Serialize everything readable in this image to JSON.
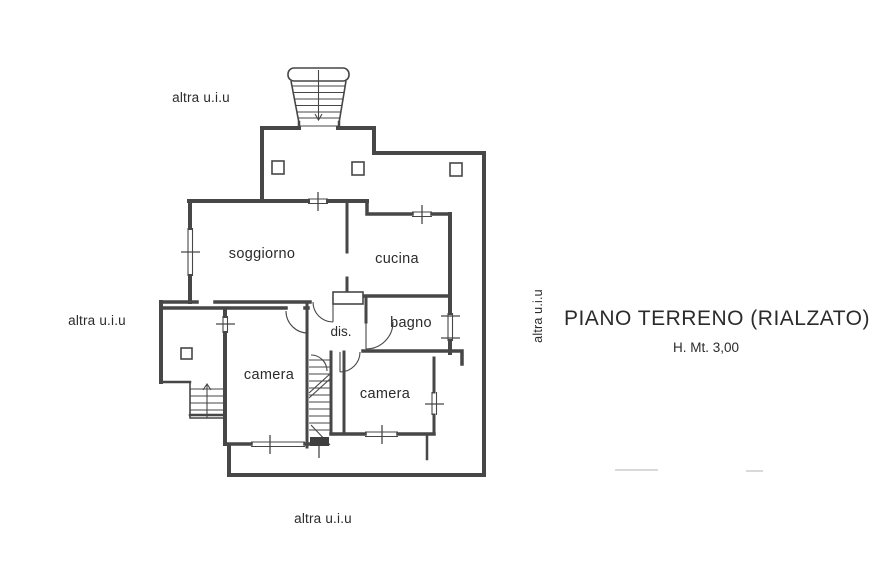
{
  "header": {
    "title": "PIANO TERRENO (RIALZATO)",
    "subtitle": "H. Mt. 3,00"
  },
  "rooms": {
    "soggiorno": "soggiorno",
    "cucina": "cucina",
    "bagno": "bagno",
    "dis": "dis.",
    "camera_left": "camera",
    "camera_right": "camera"
  },
  "external_labels": {
    "top": "altra u.i.u",
    "left": "altra u.i.u",
    "right": "altra u.i.u",
    "bottom": "altra u.i.u"
  },
  "colors": {
    "ink": "#474747",
    "text": "#2b2b2b",
    "paper": "#ffffff"
  }
}
